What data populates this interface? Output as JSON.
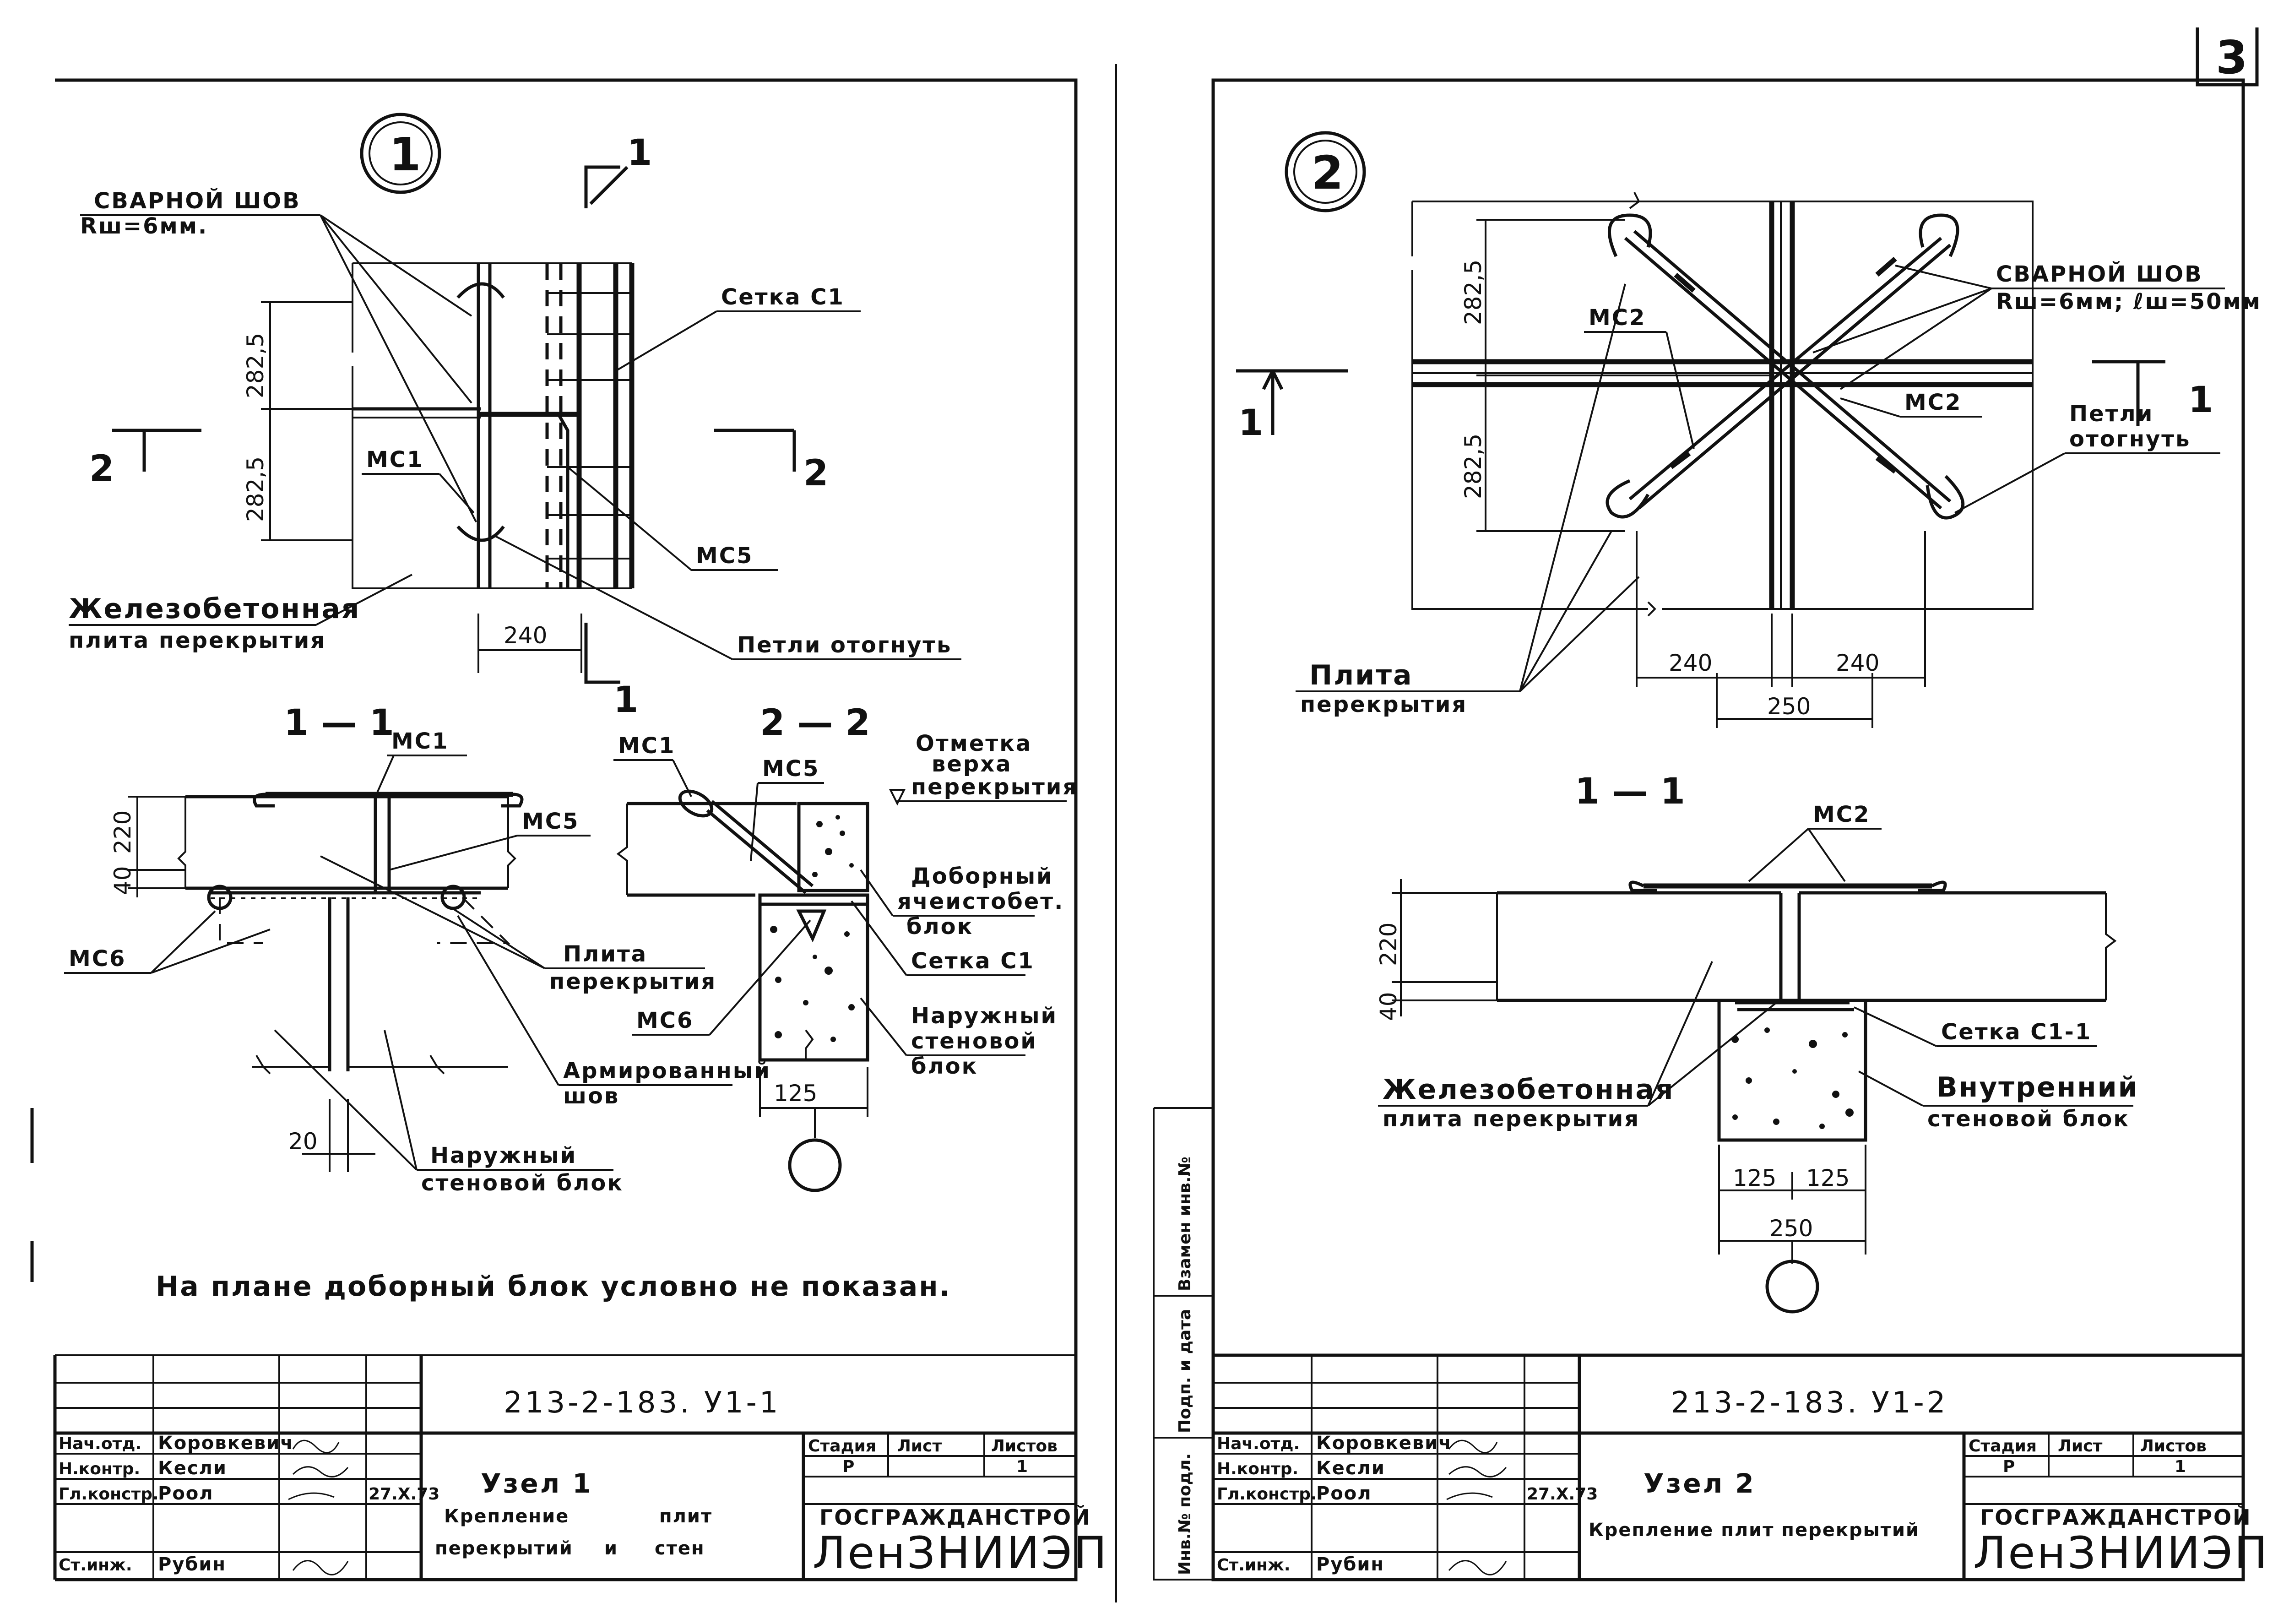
{
  "sheet_number": "3",
  "left": {
    "node_number": "1",
    "plan": {
      "weld_label": "СВАРНОЙ ШОВ",
      "weld_size": "Rш=6мм.",
      "mesh_label": "Сетка С1",
      "mc1_label": "МС1",
      "mc5_label": "МС5",
      "slab_label_1": "Железобетонная",
      "slab_label_2": "плита перекрытия",
      "loops_label": "Петли отогнуть",
      "dim_top": "282,5",
      "dim_bottom": "282,5",
      "dim_240": "240",
      "cut1": "1",
      "cut2": "2"
    },
    "section_1_1": {
      "title": "1 — 1",
      "mc1": "МС1",
      "mc5": "МС5",
      "mc6": "МС6",
      "dim_220": "220",
      "dim_40": "40",
      "dim_20": "20",
      "slab_1": "Плита",
      "slab_2": "перекрытия",
      "seam_1": "Армированный",
      "seam_2": "шов",
      "wall_1": "Наружный",
      "wall_2": "стеновой блок"
    },
    "section_2_2": {
      "title": "2 — 2",
      "mc1": "МС1",
      "mc5": "МС5",
      "mc6": "МС6",
      "mark_1": "Отметка",
      "mark_2": "верха",
      "mark_3": "перекрытия",
      "dob_1": "Доборный",
      "dob_2": "ячеистобет.",
      "dob_3": "блок",
      "mesh": "Сетка С1",
      "ext_1": "Наружный",
      "ext_2": "стеновой",
      "ext_3": "блок",
      "dim_125": "125"
    },
    "note": "На плане доборный блок условно не показан.",
    "title_block": {
      "code": "213-2-183. У1-1",
      "roles": [
        "Нач.отд.",
        "Н.контр.",
        "Гл.констр.",
        "Ст.инж."
      ],
      "names": [
        "Коровкевич",
        "Кесли",
        "Роол",
        "Рубин"
      ],
      "date": "27.X.73",
      "title_1": "Узел 1",
      "title_2": "Крепление",
      "title_3": "плит",
      "title_4": "перекрытий",
      "title_5": "и",
      "title_6": "стен",
      "stage_h": "Стадия",
      "sheet_h": "Лист",
      "sheets_h": "Листов",
      "stage": "Р",
      "sheet": "1",
      "org_1": "ГОСГРАЖДАНСТРОЙ",
      "org_2": "ЛенЗНИИЭП"
    }
  },
  "right": {
    "node_number": "2",
    "plan": {
      "weld_label": "СВАРНОЙ ШОВ",
      "weld_size": "Rш=6мм; ℓш=50мм",
      "mc2_a": "МС2",
      "mc2_b": "МС2",
      "loops_1": "Петли",
      "loops_2": "отогнуть",
      "slab_1": "Плита",
      "slab_2": "перекрытия",
      "dim_top": "282,5",
      "dim_bottom": "282,5",
      "dim_240a": "240",
      "dim_240b": "240",
      "dim_250": "250",
      "cut1": "1"
    },
    "section_1_1": {
      "title": "1 — 1",
      "mc2": "МС2",
      "dim_220": "220",
      "dim_40": "40",
      "mesh": "Сетка С1-1",
      "slab_1": "Железобетонная",
      "slab_2": "плита перекрытия",
      "wall_1": "Внутренний",
      "wall_2": "стеновой блок",
      "dim_125a": "125",
      "dim_125b": "125",
      "dim_250": "250"
    },
    "side_stamp": {
      "c1": "Инв.№ подл.",
      "c2": "Подп. и дата",
      "c3": "Взамен инв.№"
    },
    "title_block": {
      "code": "213-2-183. У1-2",
      "roles": [
        "Нач.отд.",
        "Н.контр.",
        "Гл.констр.",
        "Ст.инж."
      ],
      "names": [
        "Коровкевич",
        "Кесли",
        "Роол",
        "Рубин"
      ],
      "date": "27.X.73",
      "title_1": "Узел 2",
      "title_2": "Крепление плит перекрытий",
      "stage_h": "Стадия",
      "sheet_h": "Лист",
      "sheets_h": "Листов",
      "stage": "Р",
      "sheet": "1",
      "org_1": "ГОСГРАЖДАНСТРОЙ",
      "org_2": "ЛенЗНИИЭП"
    }
  }
}
